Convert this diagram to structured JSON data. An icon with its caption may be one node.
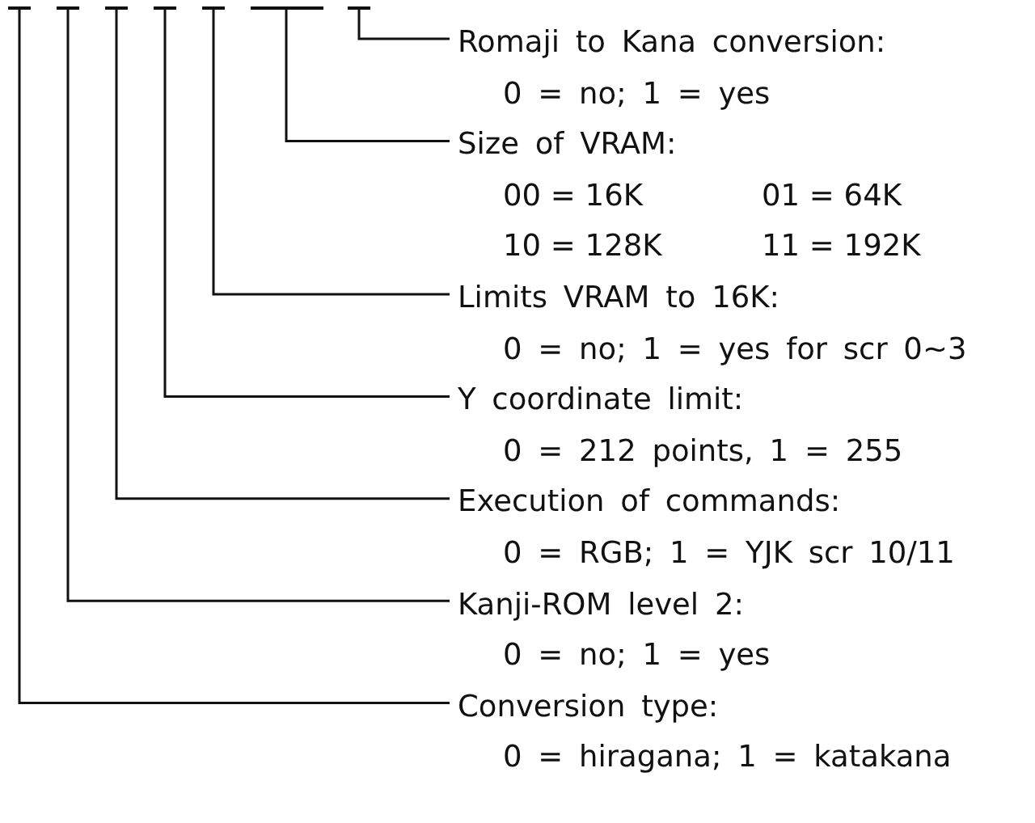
{
  "diagram": {
    "nodes": [
      {
        "text": [],
        "shape": "bar"
      },
      {
        "text": [],
        "shape": "bar"
      },
      {
        "text": [],
        "shape": "bar"
      },
      {
        "text": [],
        "shape": "bar"
      },
      {
        "text": [],
        "shape": "bar"
      },
      {
        "text": [],
        "shape": "bar"
      },
      {
        "text": [],
        "shape": "bar"
      },
      {
        "text": [
          "Romaji to Kana conversion:",
          "0 = no; 1 = yes"
        ]
      },
      {
        "text": [
          "Size of VRAM:",
          "00 = 16K",
          "01 = 64K",
          "10 = 128K",
          "11 = 192K"
        ]
      },
      {
        "text": [
          "Limits VRAM to 16K:",
          "0 = no; 1 = yes for scr 0~3"
        ]
      },
      {
        "text": [
          "Y coordinate limit:",
          "0 = 212 points, 1 = 255"
        ]
      },
      {
        "text": [
          "Execution of commands:",
          "0 = RGB; 1 = YJK scr 10/11"
        ]
      },
      {
        "text": [
          "Kanji-ROM level 2:",
          "0 = no; 1 = yes"
        ]
      },
      {
        "text": [
          "Conversion type:",
          "0 = hiragana; 1 = katakana"
        ]
      }
    ],
    "edges": [
      {
        "from": 7,
        "to": 6,
        "arrow": "none"
      },
      {
        "from": 8,
        "to": 5,
        "arrow": "none"
      },
      {
        "from": 9,
        "to": 4,
        "arrow": "none"
      },
      {
        "from": 10,
        "to": 3,
        "arrow": "none"
      },
      {
        "from": 11,
        "to": 2,
        "arrow": "none"
      },
      {
        "from": 12,
        "to": 1,
        "arrow": "none"
      },
      {
        "from": 13,
        "to": 0,
        "arrow": "none"
      }
    ]
  }
}
